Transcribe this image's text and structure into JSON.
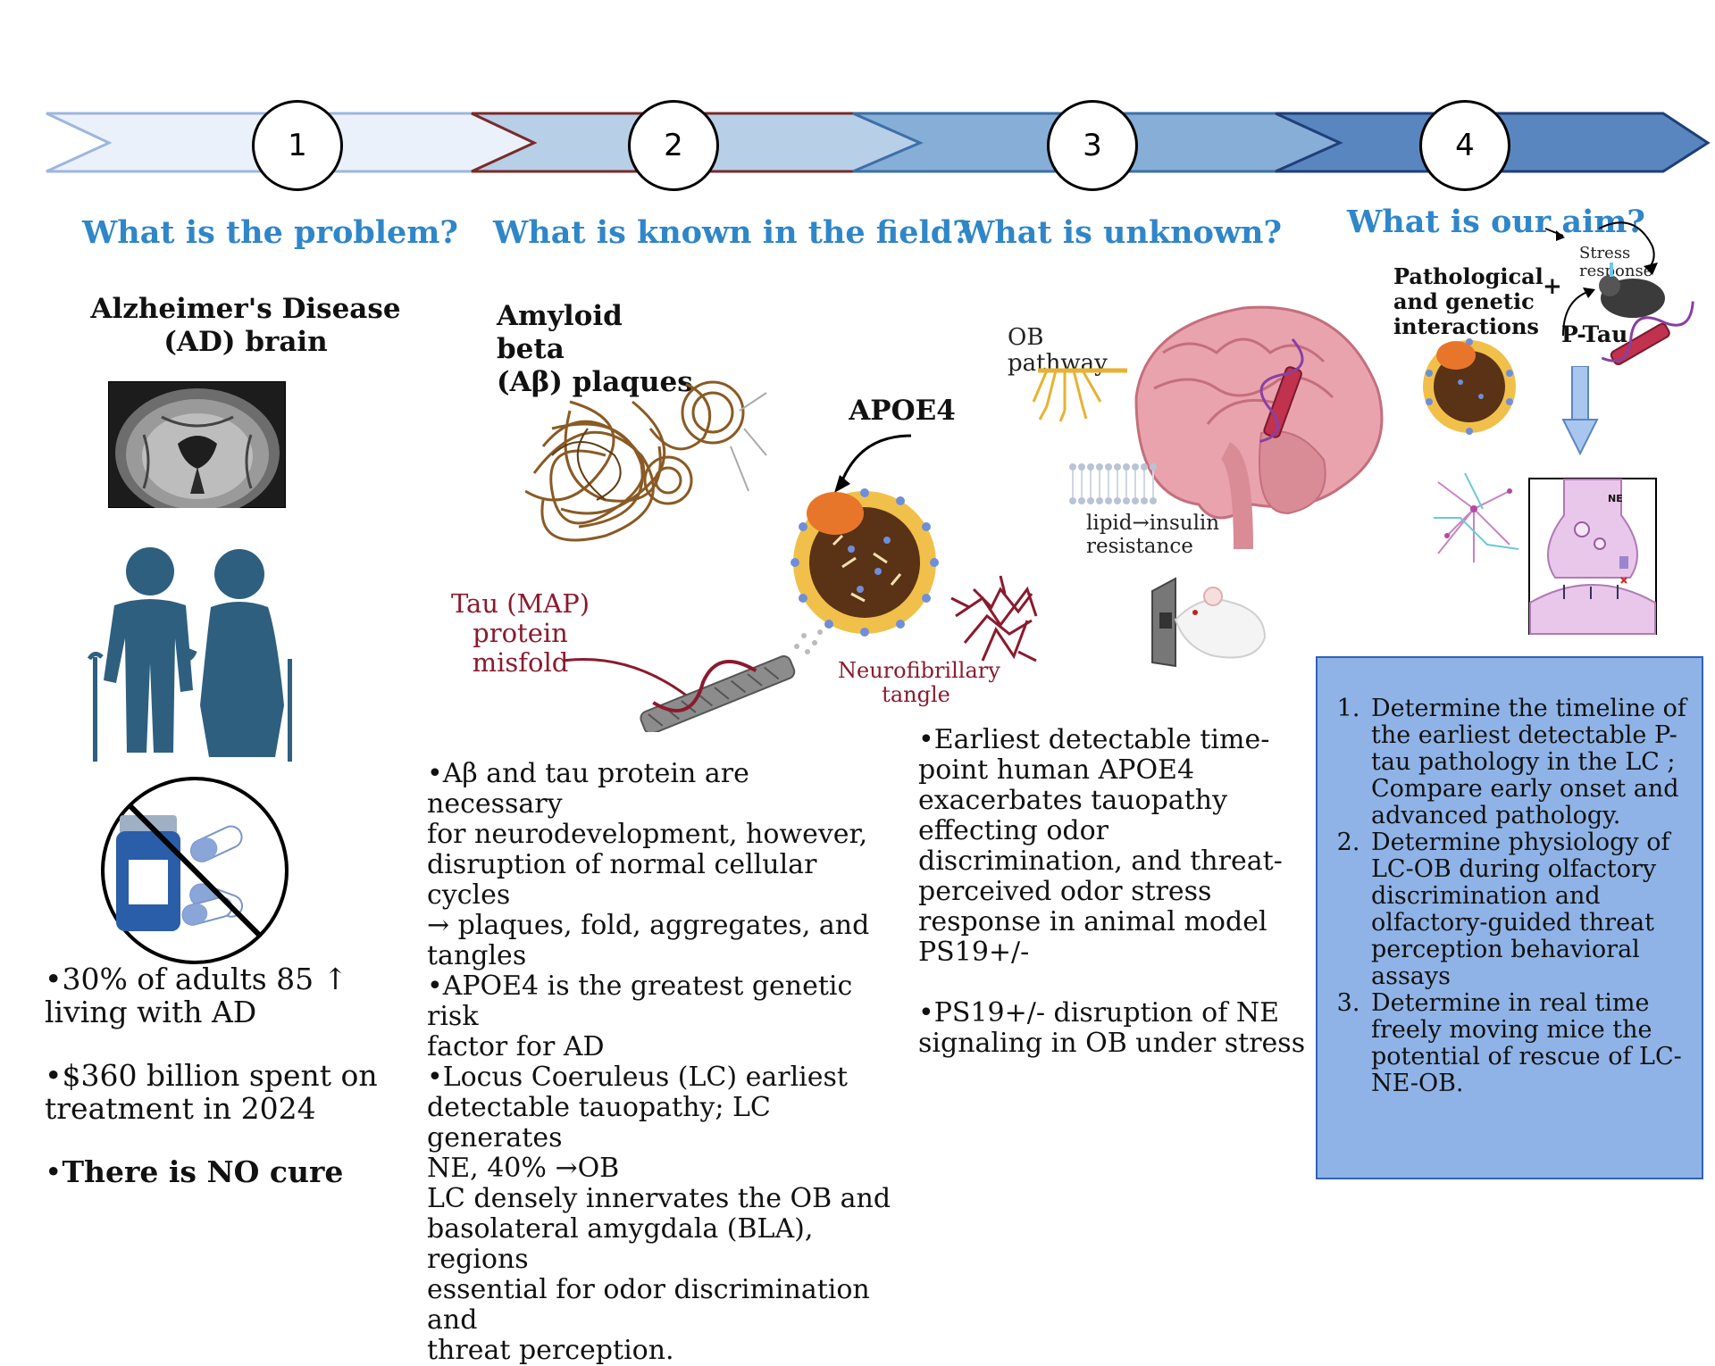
{
  "steps": [
    {
      "number": "1",
      "question": "What is the problem?"
    },
    {
      "number": "2",
      "question": "What is known in the field?"
    },
    {
      "number": "3",
      "question": "What is unknown?"
    },
    {
      "number": "4",
      "question": "What is our aim?"
    }
  ],
  "colors": {
    "banner_1": "#eaf1fb",
    "banner_2": "#b7cfe7",
    "banner_3": "#86aed6",
    "banner_4": "#5a86c0",
    "heading_blue": "#2f86c8",
    "aim_box": "#8fb3e6",
    "tau_red": "#8b1a2e",
    "person_teal": "#2e5f7f"
  },
  "problem": {
    "title_line1": "Alzheimer's Disease",
    "title_line2": "(AD) brain",
    "bullet1_line1": "•30% of adults 85 ↑",
    "bullet1_line2": "living with AD",
    "bullet2_line1": "•$360 billion spent on",
    "bullet2_line2": "treatment in 2024",
    "bullet3_prefix": "•",
    "bullet3_bold": "There is NO cure"
  },
  "known": {
    "amyloid_line1": "Amyloid beta",
    "amyloid_line2": "(Aβ) plaques",
    "apoe4_label": "APOE4",
    "tau_line1": "Tau (MAP)",
    "tau_line2": "protein",
    "tau_line3": "misfold",
    "tangle_line1": "Neurofibrillary",
    "tangle_line2": "tangle",
    "text_lines": [
      "•Aβ and tau protein are necessary",
      "for neurodevelopment, however,",
      "disruption of normal cellular cycles",
      "→ plaques, fold, aggregates, and",
      "tangles",
      "•APOE4 is the greatest genetic risk",
      "factor for AD",
      "•Locus Coeruleus (LC) earliest",
      "detectable tauopathy; LC generates",
      "NE, 40% →OB",
      "LC densely innervates the OB and",
      "basolateral amygdala (BLA), regions",
      "essential for odor discrimination and",
      "threat perception."
    ]
  },
  "unknown": {
    "ob_line1": "OB",
    "ob_line2": "pathway",
    "lipid_line1": "lipid→insulin",
    "lipid_line2": "resistance",
    "para1_lines": [
      "•Earliest detectable time-",
      "point human APOE4",
      "exacerbates tauopathy",
      "effecting odor",
      "discrimination, and threat-",
      "perceived odor stress",
      "response in animal model",
      "PS19+/-"
    ],
    "para2_lines": [
      "•PS19+/- disruption of NE",
      "signaling in OB under stress"
    ]
  },
  "aim": {
    "patho_line1": "Pathological",
    "patho_line2": "and genetic",
    "patho_line3": "interactions",
    "plus": "+",
    "stress_line1": "Stress",
    "stress_line2": "response",
    "ptau_label": "P-Tau",
    "ne_label": "NE",
    "aims": [
      "Determine the timeline of the earliest detectable P-tau pathology in the LC ; Compare early onset and advanced pathology.",
      "Determine physiology of LC-OB during olfactory discrimination and olfactory-guided threat perception behavioral assays",
      "Determine in real time freely moving mice the potential of rescue of LC-NE-OB."
    ]
  }
}
